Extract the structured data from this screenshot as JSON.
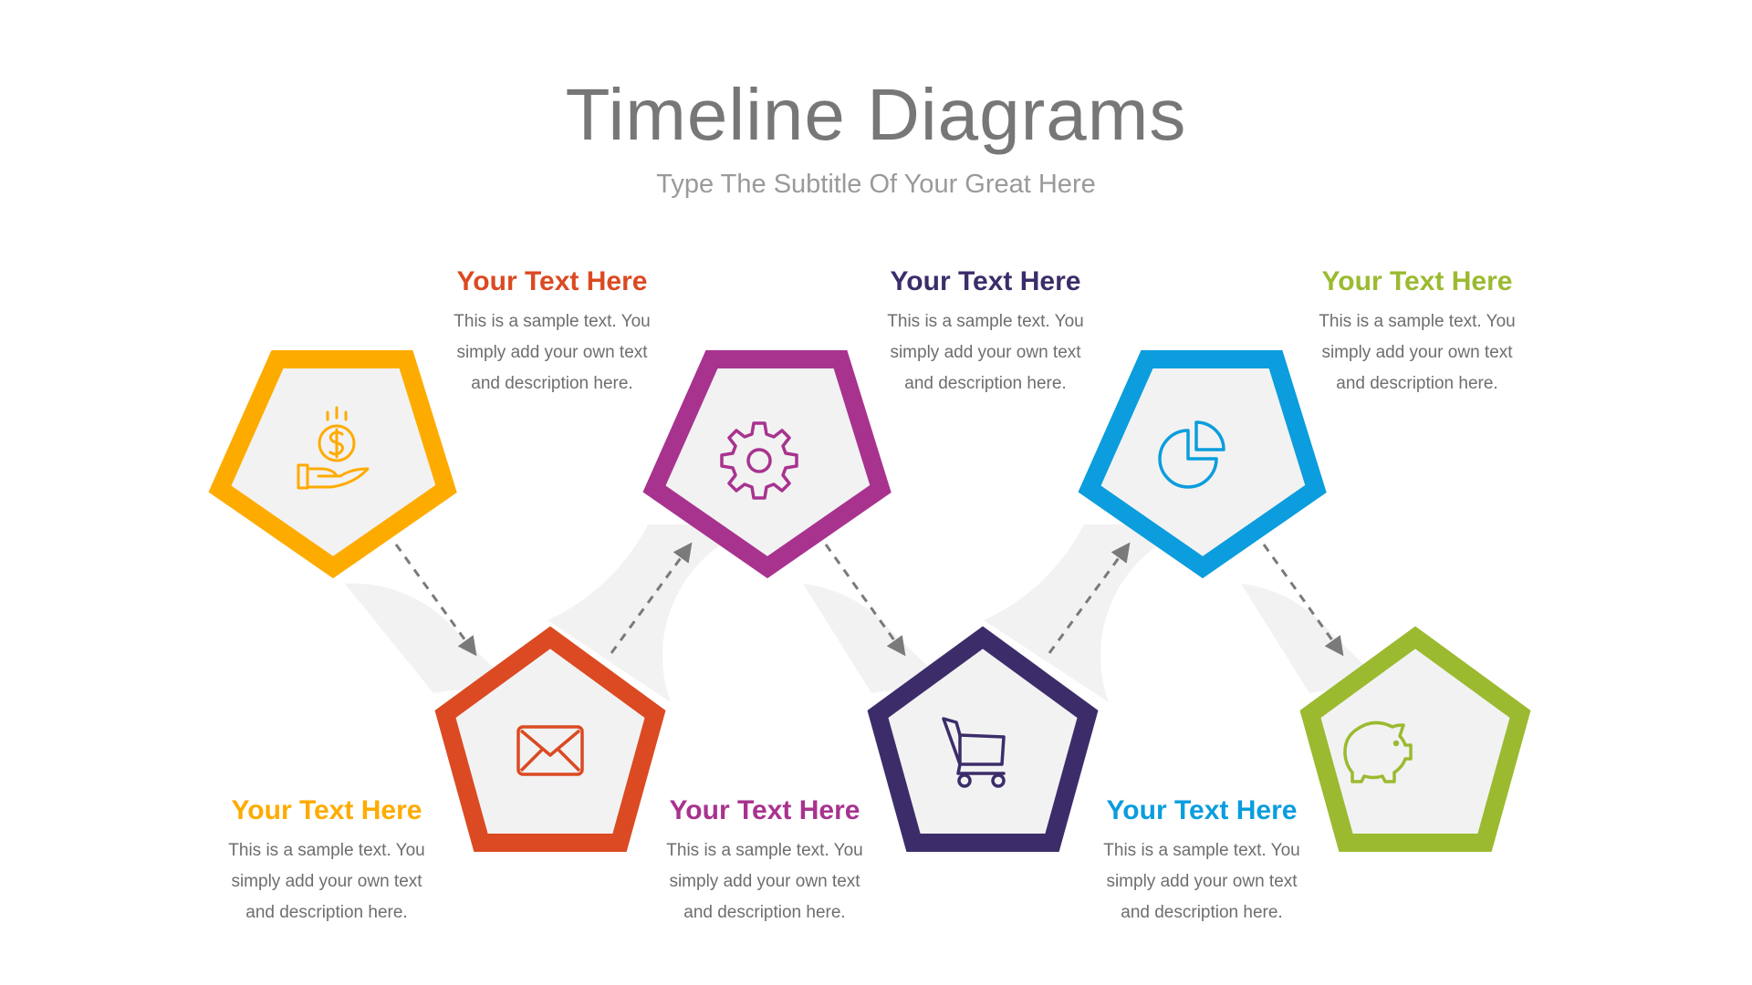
{
  "title": "Timeline Diagrams",
  "subtitle": "Type The Subtitle Of Your Great Here",
  "colors": {
    "orange": "#FEAB00",
    "red": "#DB4A22",
    "purple": "#A8338F",
    "navy": "#3C2D6A",
    "blue": "#0B9DDD",
    "green": "#9BBA30",
    "band": "#F2F2F2",
    "arrow": "#7A7A7A"
  },
  "steps": [
    {
      "icon": "money-hand-icon",
      "color": "#FEAB00",
      "heading": "Your Text Here",
      "desc1": "This is a sample text. You",
      "desc2": "simply add your own text",
      "desc3": "and description here."
    },
    {
      "icon": "envelope-icon",
      "color": "#DB4A22",
      "heading": "Your Text Here",
      "desc1": "This is a sample text. You",
      "desc2": "simply add your own text",
      "desc3": "and description here."
    },
    {
      "icon": "gear-icon",
      "color": "#A8338F",
      "heading": "Your Text Here",
      "desc1": "This is a sample text. You",
      "desc2": "simply add your own text",
      "desc3": "and description here."
    },
    {
      "icon": "shopping-cart-icon",
      "color": "#3C2D6A",
      "heading": "Your Text Here",
      "desc1": "This is a sample text. You",
      "desc2": "simply add your own text",
      "desc3": "and description here."
    },
    {
      "icon": "pie-chart-icon",
      "color": "#0B9DDD",
      "heading": "Your Text Here",
      "desc1": "This is a sample text. You",
      "desc2": "simply add your own text",
      "desc3": "and description here."
    },
    {
      "icon": "piggy-bank-icon",
      "color": "#9BBA30",
      "heading": "Your Text Here",
      "desc1": "This is a sample text. You",
      "desc2": "simply add your own text",
      "desc3": "and description here."
    }
  ]
}
